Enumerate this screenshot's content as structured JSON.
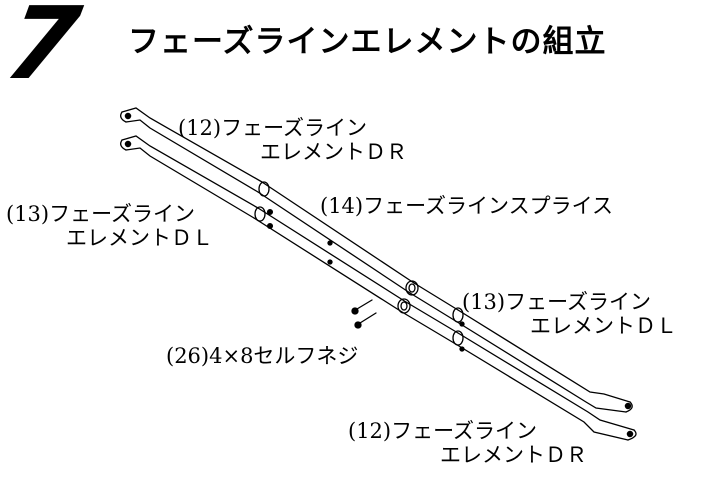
{
  "header": {
    "step_number": "7",
    "title": "フェーズラインエレメントの組立"
  },
  "labels": {
    "upper_left_dr": {
      "line1": "(12)フェーズライン",
      "line2": "エレメントＤＲ"
    },
    "upper_left_dl": {
      "line1": "(13)フェーズライン",
      "line2": "エレメントＤＬ"
    },
    "splice": {
      "line1": "(14)フェーズラインスプライス"
    },
    "lower_right_dl": {
      "line1": "(13)フェーズライン",
      "line2": "エレメントＤＬ"
    },
    "screw": {
      "line1": "(26)4×8セルフネジ"
    },
    "lower_right_dr": {
      "line1": "(12)フェーズライン",
      "line2": "エレメントＤＲ"
    }
  }
}
